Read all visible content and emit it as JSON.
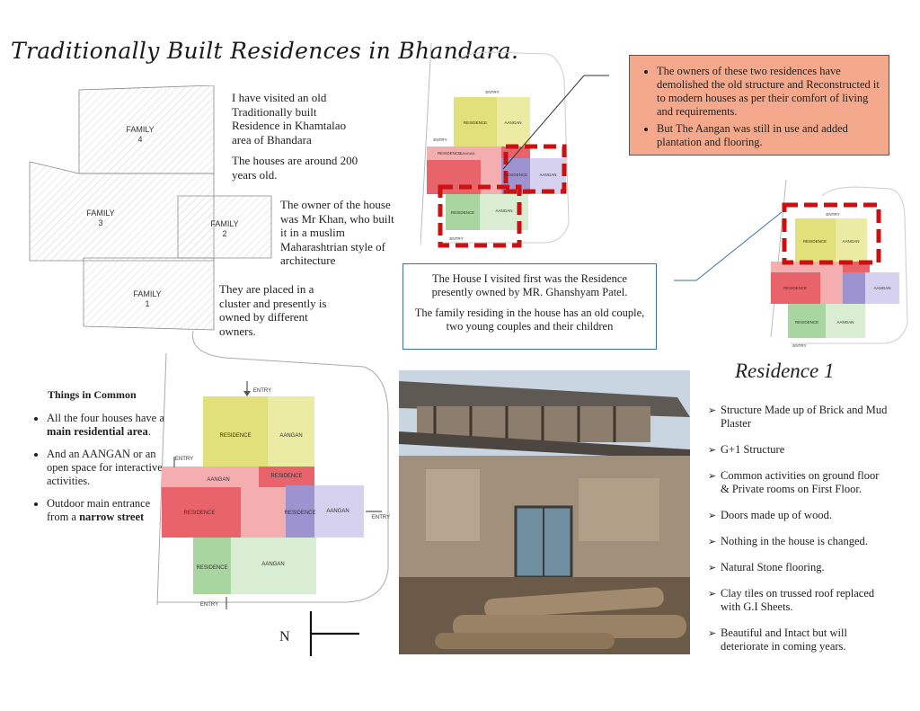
{
  "title": "Traditionally Built Residences in Bhandara.",
  "family_plan": {
    "family4": "FAMILY\n4",
    "family3": "FAMILY\n3",
    "family2": "FAMILY\n2",
    "family1": "FAMILY\n1",
    "f4a": "FAMILY",
    "f4b": "4",
    "f3a": "FAMILY",
    "f3b": "3",
    "f2a": "FAMILY",
    "f2b": "2",
    "f1a": "FAMILY",
    "f1b": "1"
  },
  "intro": {
    "p1": "I have visited an old Traditionally built Residence in Khamtalao area of Bhandara",
    "p2": "The houses are around 200 years old.",
    "p3": "The owner of the house was Mr Khan, who built it in a muslim Maharashtrian style of architecture",
    "p4": "They are placed in a cluster and presently is owned by different owners."
  },
  "orange_note": {
    "bullets": [
      "The owners of these two residences have demolished the old structure and Reconstructed it to modern houses as per their comfort of living and requirements.",
      "But The Aangan was still in use and added plantation and flooring."
    ]
  },
  "blue_note": {
    "p1": "The House I visited first was the Residence presently owned by MR. Ghanshyam Patel.",
    "p2": "The family residing in the house has an old couple, two young couples and their children"
  },
  "things_in_common": {
    "title": "Things in Common",
    "i1a": "All the four houses have a ",
    "i1b": "main residential area",
    "i1c": ".",
    "i2": "And an AANGAN or an open space for interactive activities.",
    "i3a": "Outdoor main entrance from a ",
    "i3b": "narrow street"
  },
  "plan_labels": {
    "entry": "ENTRY",
    "residence": "RESIDENCE",
    "aangan": "AANGAN"
  },
  "residence1": {
    "title": "Residence 1",
    "items": [
      "Structure Made up of Brick and Mud Plaster",
      "G+1 Structure",
      "Common activities on ground floor & Private rooms on First Floor.",
      "Doors made up of wood.",
      "Nothing in the house is changed.",
      "Natural Stone flooring.",
      "Clay tiles on trussed roof replaced with G.I Sheets.",
      "Beautiful and Intact but will deteriorate in coming years."
    ]
  },
  "compass": {
    "north": "N"
  },
  "colors": {
    "yellow": "#e2e07a",
    "yellow2": "#eceba3",
    "pink": "#f4aeb0",
    "red": "#e8646a",
    "purple": "#9d94cf",
    "lavender": "#d6d1ee",
    "green": "#a9d6a0",
    "green2": "#d8edd1",
    "orange_note": "#f4a98c",
    "blue_border": "#3e6fa6",
    "dash_red": "#cc1010"
  }
}
